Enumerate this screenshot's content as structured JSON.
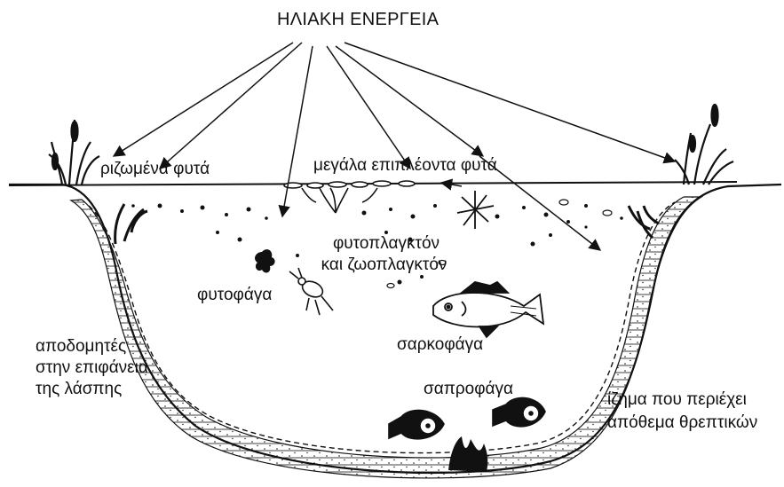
{
  "labels": {
    "solar_energy": "ΗΛΙΑΚΗ ΕΝΕΡΓΕΙΑ",
    "rooted_plants": "ριζωμένα φυτά",
    "large_floating_plants": "μεγάλα επιπλέοντα φυτά",
    "plankton_line1": "φυτοπλαγκτόν",
    "plankton_line2": "και ζωοπλαγκτόν",
    "herbivores": "φυτοφάγα",
    "carnivores": "σαρκοφάγα",
    "saprophages": "σαπροφάγα",
    "decomposers_line1": "αποδομητές",
    "decomposers_line2": "στην επιφάνεια",
    "decomposers_line3": "της λάσπης",
    "sediment_line1": "ίζημα που περιέχει",
    "sediment_line2": "απόθεμα θρεπτικών"
  },
  "icons": [
    "sun-ray-arrows",
    "reed-plant-icon",
    "floating-plant-icon",
    "fish-icon",
    "insect-icon",
    "algae-icon"
  ],
  "colors": {
    "ink": "#111111",
    "background": "#ffffff"
  }
}
